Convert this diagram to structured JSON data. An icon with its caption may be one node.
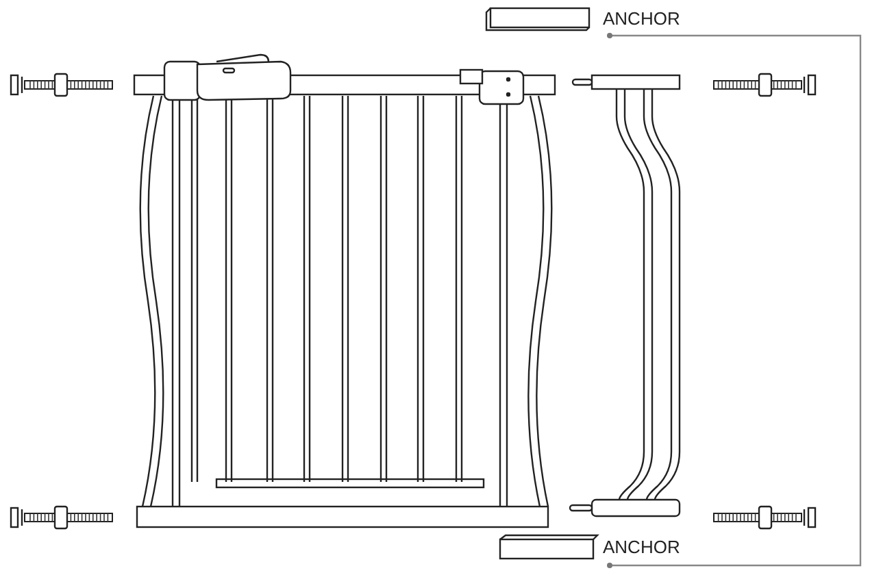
{
  "diagram": {
    "nodes": [
      {
        "text": [
          "ANCHOR"
        ]
      },
      {
        "text": [
          "ANCHOR"
        ]
      }
    ],
    "edges": [
      {
        "from": 0,
        "to": 1,
        "arrow": "other"
      }
    ]
  }
}
